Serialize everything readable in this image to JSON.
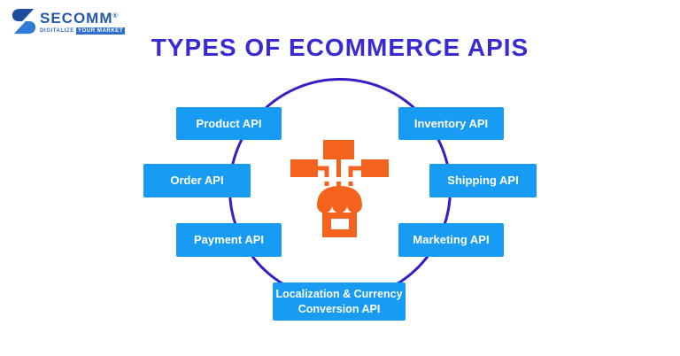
{
  "logo": {
    "brand": "SECOMM",
    "registered_mark": "®",
    "tagline_left": "DIGITALIZE",
    "tagline_right": "YOUR MARKET"
  },
  "title": "TYPES OF ECOMMERCE APIS",
  "colors": {
    "accent_indigo": "#3A2AD4",
    "ring_indigo": "#3220C6",
    "box_blue": "#189BF2",
    "icon_orange": "#F4631D",
    "logo_blue_dark": "#2458A8",
    "logo_blue_light": "#2E6FD0"
  },
  "diagram": {
    "center_icon": "store-api-icon",
    "nodes": [
      {
        "id": "product",
        "label": "Product API"
      },
      {
        "id": "inventory",
        "label": "Inventory API"
      },
      {
        "id": "order",
        "label": "Order API"
      },
      {
        "id": "shipping",
        "label": "Shipping API"
      },
      {
        "id": "payment",
        "label": "Payment API"
      },
      {
        "id": "marketing",
        "label": "Marketing API"
      },
      {
        "id": "localization",
        "label": "Localization & Currency Conversion API",
        "label_lines": [
          "Localization & Currency",
          "Conversion API"
        ]
      }
    ]
  }
}
